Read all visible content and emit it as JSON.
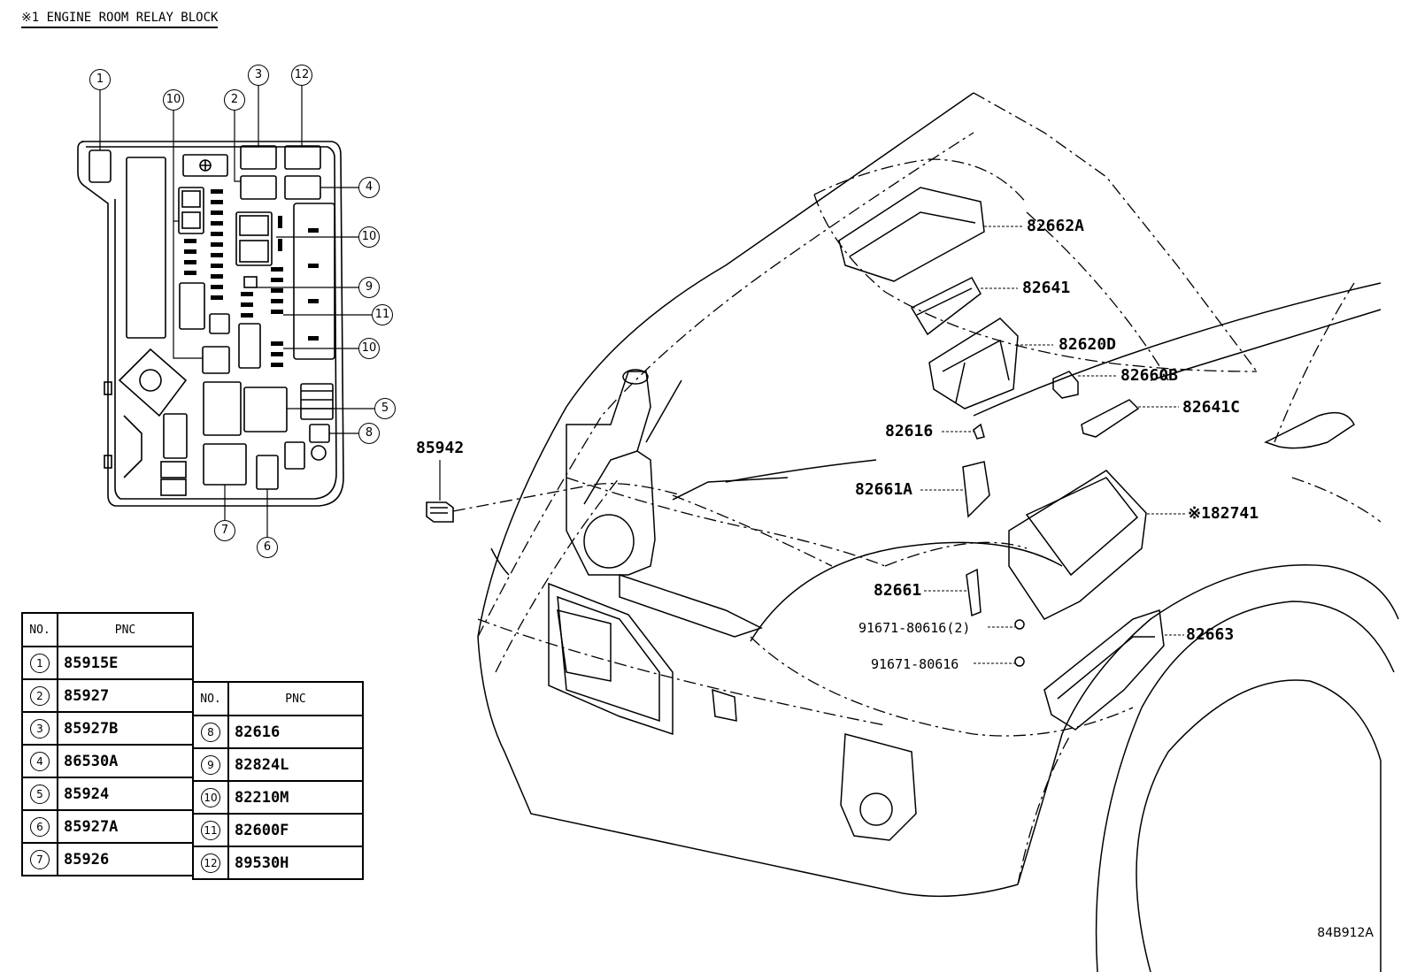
{
  "title": "※1 ENGINE ROOM RELAY BLOCK",
  "drawing_code": "84B912A",
  "relay_block_markers": [
    {
      "no": "1"
    },
    {
      "no": "10"
    },
    {
      "no": "2"
    },
    {
      "no": "3"
    },
    {
      "no": "12"
    },
    {
      "no": "4"
    },
    {
      "no": "10"
    },
    {
      "no": "9"
    },
    {
      "no": "11"
    },
    {
      "no": "10"
    },
    {
      "no": "5"
    },
    {
      "no": "8"
    },
    {
      "no": "7"
    },
    {
      "no": "6"
    }
  ],
  "table_left": {
    "headers": [
      "NO.",
      "PNC"
    ],
    "rows": [
      {
        "no": "1",
        "pnc": "85915E"
      },
      {
        "no": "2",
        "pnc": "85927"
      },
      {
        "no": "3",
        "pnc": "85927B"
      },
      {
        "no": "4",
        "pnc": "86530A"
      },
      {
        "no": "5",
        "pnc": "85924"
      },
      {
        "no": "6",
        "pnc": "85927A"
      },
      {
        "no": "7",
        "pnc": "85926"
      }
    ]
  },
  "table_right": {
    "headers": [
      "NO.",
      "PNC"
    ],
    "rows": [
      {
        "no": "8",
        "pnc": "82616"
      },
      {
        "no": "9",
        "pnc": "82824L"
      },
      {
        "no": "10",
        "pnc": "82210M"
      },
      {
        "no": "11",
        "pnc": "82600F"
      },
      {
        "no": "12",
        "pnc": "89530H"
      }
    ]
  },
  "callouts": {
    "c82662A": "82662A",
    "c82641": "82641",
    "c82620D": "82620D",
    "c82660B": "82660B",
    "c82641C": "82641C",
    "c82616": "82616",
    "c82661A": "82661A",
    "c82741": "※182741",
    "c82661": "82661",
    "c91671_2": "91671-80616(2)",
    "c91671": "91671-80616",
    "c82663": "82663",
    "c85942": "85942"
  }
}
